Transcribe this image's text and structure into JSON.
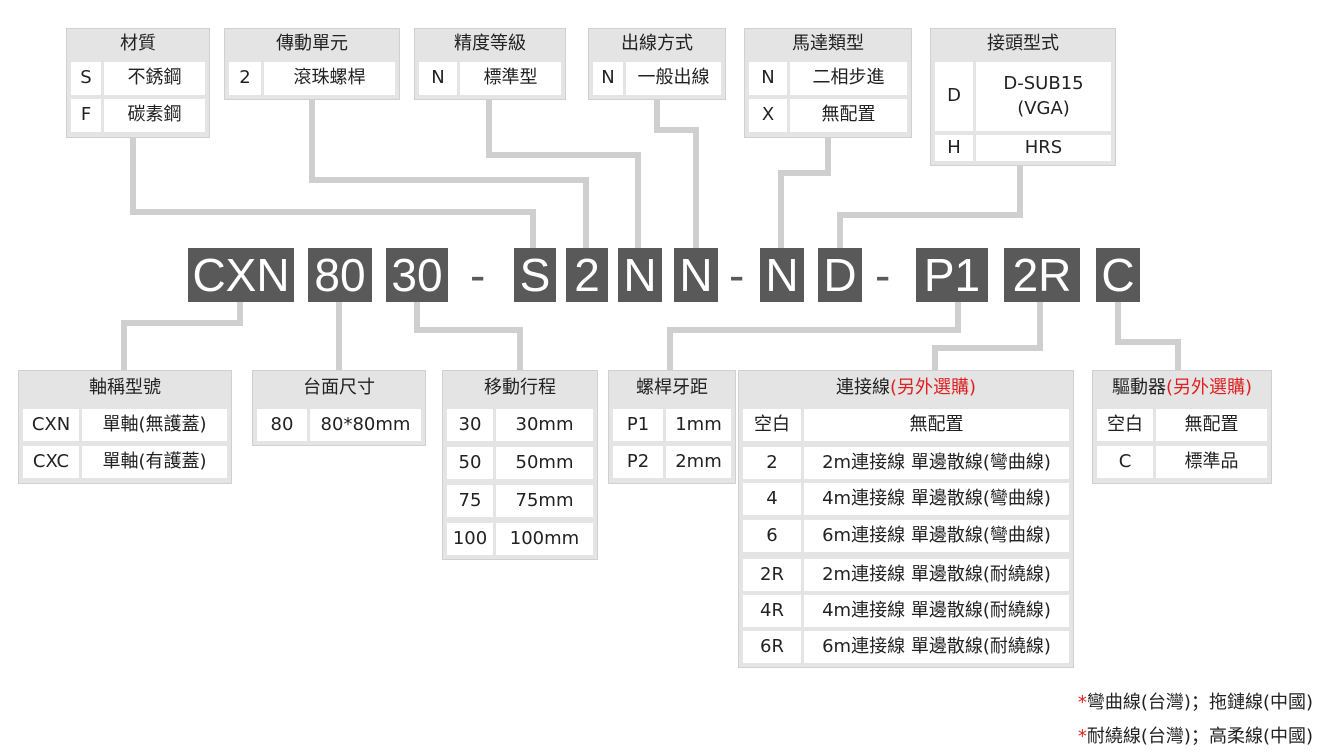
{
  "code_parts": [
    "CXN",
    "80",
    "30",
    "-",
    "S",
    "2",
    "N",
    "N",
    "-",
    "N",
    "D",
    "-",
    "P1",
    "2R",
    "C"
  ],
  "material": {
    "title": "材質",
    "rows": [
      [
        "S",
        "不銹鋼"
      ],
      [
        "F",
        "碳素鋼"
      ]
    ]
  },
  "drive_unit": {
    "title": "傳動單元",
    "rows": [
      [
        "2",
        "滾珠螺桿"
      ]
    ]
  },
  "precision": {
    "title": "精度等級",
    "rows": [
      [
        "N",
        "標準型"
      ]
    ]
  },
  "cable_exit": {
    "title": "出線方式",
    "rows": [
      [
        "N",
        "一般出線"
      ]
    ]
  },
  "motor_type": {
    "title": "馬達類型",
    "rows": [
      [
        "N",
        "二相步進"
      ],
      [
        "X",
        "無配置"
      ]
    ]
  },
  "connector": {
    "title": "接頭型式",
    "rows": [
      [
        "D",
        "D-SUB15",
        "(VGA)"
      ],
      [
        "H",
        "HRS"
      ]
    ]
  },
  "model": {
    "title": "軸稱型號",
    "rows": [
      [
        "CXN",
        "單軸(無護蓋)"
      ],
      [
        "CXC",
        "單軸(有護蓋)"
      ]
    ]
  },
  "table_size": {
    "title": "台面尺寸",
    "rows": [
      [
        "80",
        "80*80mm"
      ]
    ]
  },
  "stroke": {
    "title": "移動行程",
    "rows": [
      [
        "30",
        "30mm"
      ],
      [
        "50",
        "50mm"
      ],
      [
        "75",
        "75mm"
      ],
      [
        "100",
        "100mm"
      ]
    ]
  },
  "lead": {
    "title": "螺桿牙距",
    "rows": [
      [
        "P1",
        "1mm"
      ],
      [
        "P2",
        "2mm"
      ]
    ]
  },
  "cable": {
    "title": "連接線",
    "title_note": "(另外選購)",
    "rows": [
      [
        "空白",
        "無配置"
      ],
      [
        "2",
        "2m連接線 單邊散線(彎曲線)"
      ],
      [
        "4",
        "4m連接線 單邊散線(彎曲線)"
      ],
      [
        "6",
        "6m連接線 單邊散線(彎曲線)"
      ],
      [
        "2R",
        "2m連接線 單邊散線(耐繞線)"
      ],
      [
        "4R",
        "4m連接線 單邊散線(耐繞線)"
      ],
      [
        "6R",
        "6m連接線 單邊散線(耐繞線)"
      ]
    ]
  },
  "driver": {
    "title": "驅動器",
    "title_note": "(另外選購)",
    "rows": [
      [
        "空白",
        "無配置"
      ],
      [
        "C",
        "標準品"
      ]
    ]
  },
  "notes": [
    {
      "mark": "*",
      "text": "彎曲線(台灣)；拖鏈線(中國)"
    },
    {
      "mark": "*",
      "text": "耐繞線(台灣)；高柔線(中國)"
    }
  ],
  "colors": {
    "code_bg": "#595959",
    "box_bg": "#e4e4e4",
    "connector": "#cccccc",
    "note_red": "#e02020"
  }
}
